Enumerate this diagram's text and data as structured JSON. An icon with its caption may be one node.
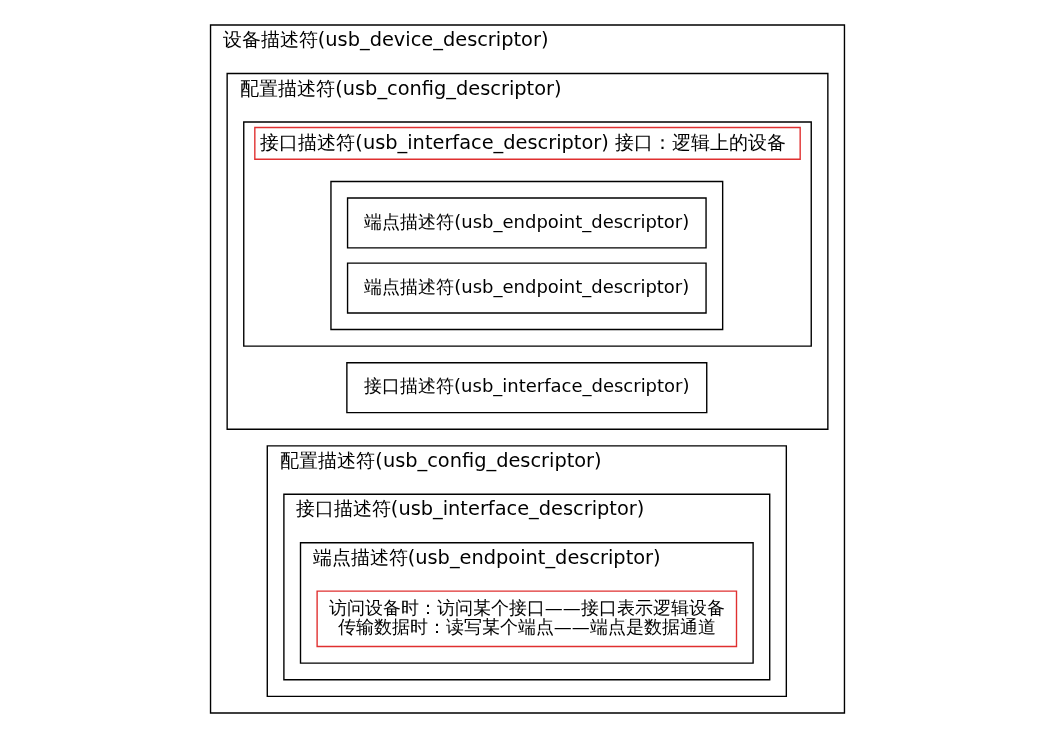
{
  "diagram": {
    "nodes": [
      {
        "text": [
          "设备描述符(usb_device_descriptor)"
        ]
      },
      {
        "text": [
          "配置描述符(usb_config_descriptor)"
        ],
        "in": 0
      },
      {
        "text": [
          "接口描述符(usb_interface_descriptor) 接口：逻辑上的设备"
        ],
        "in": 1
      },
      {
        "text": [],
        "shape": "box",
        "in": 2
      },
      {
        "text": [
          "端点描述符(usb_endpoint_descriptor)"
        ],
        "in": 3
      },
      {
        "text": [
          "端点描述符(usb_endpoint_descriptor)"
        ],
        "in": 3
      },
      {
        "text": [
          "接口描述符(usb_interface_descriptor)"
        ],
        "in": 1
      },
      {
        "text": [
          "配置描述符(usb_config_descriptor)"
        ],
        "in": 0
      },
      {
        "text": [
          "接口描述符(usb_interface_descriptor)"
        ],
        "in": 7
      },
      {
        "text": [
          "端点描述符(usb_endpoint_descriptor)"
        ],
        "in": 8
      },
      {
        "text": [
          "访问设备时：访问某个接口——接口表示逻辑设备",
          "传输数据时：读写某个端点——端点是数据通道"
        ],
        "in": 9
      }
    ],
    "edges": []
  }
}
